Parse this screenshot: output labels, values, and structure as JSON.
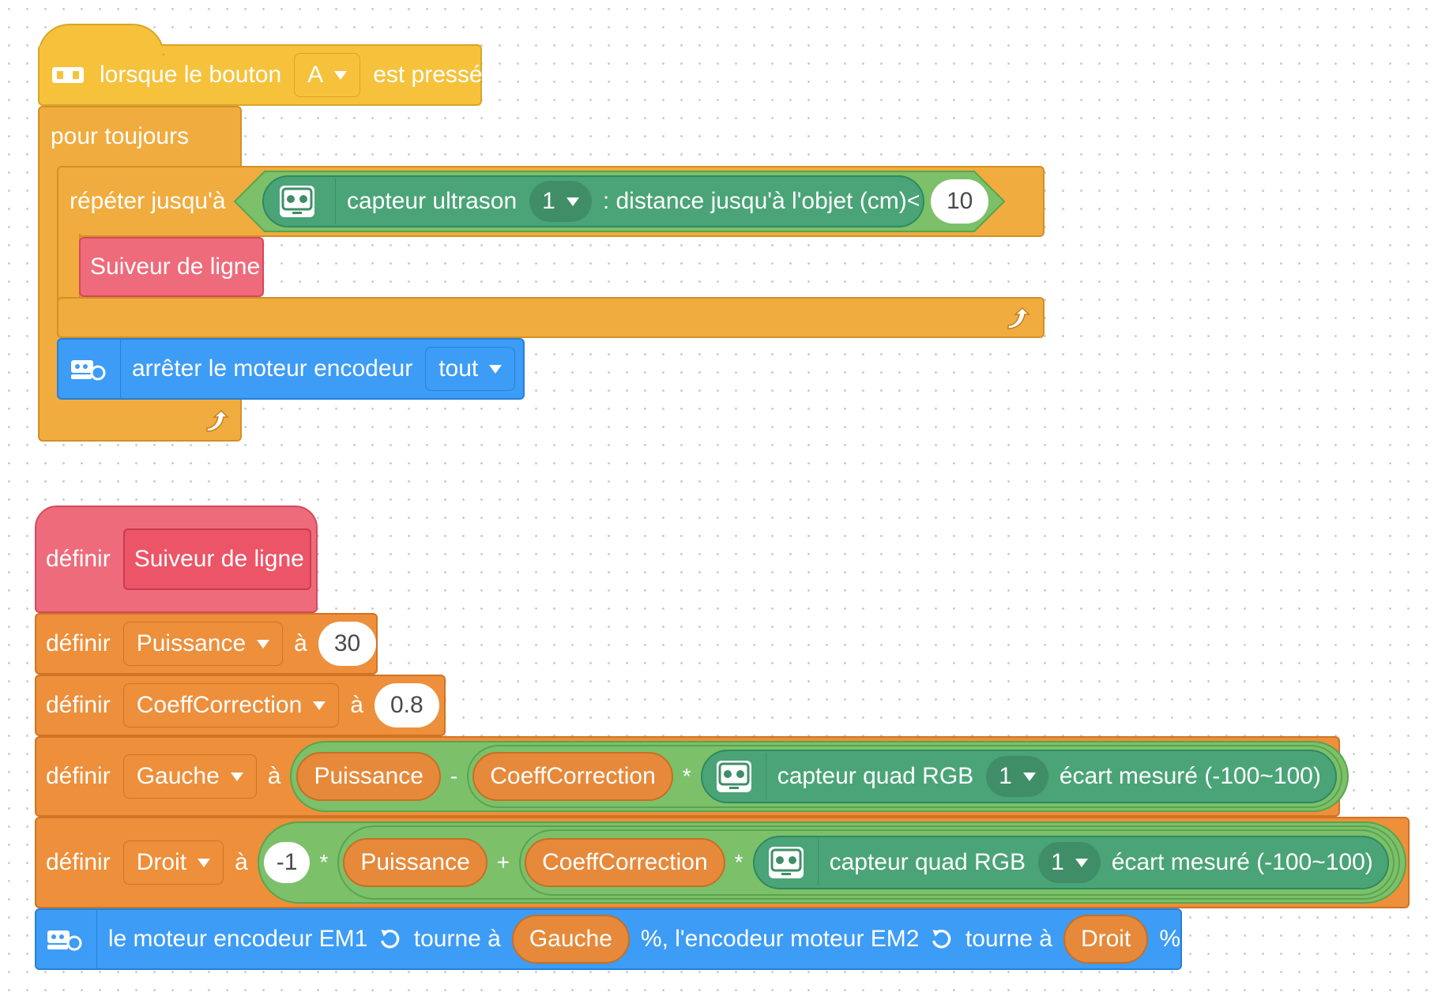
{
  "script1": {
    "hat": {
      "label_before": "lorsque le bouton",
      "dropdown": "A",
      "label_after": "est pressé",
      "icon": "board-icon"
    },
    "forever": {
      "label": "pour toujours",
      "loop_icon": "loop-arrow-icon"
    },
    "repeat_until": {
      "label": "répéter jusqu'à",
      "sensor": {
        "label": "capteur ultrason",
        "dropdown": "1",
        "property": ": distance jusqu'à l'objet (cm)",
        "icon": "ultrasonic-sensor-icon"
      },
      "operator": "<",
      "value": "10",
      "loop_icon": "loop-arrow-icon"
    },
    "call": {
      "label": "Suiveur de ligne"
    },
    "stop_motor": {
      "label": "arrêter le moteur encodeur",
      "dropdown": "tout",
      "icon": "encoder-motor-icon"
    }
  },
  "script2": {
    "define_hat": {
      "label": "définir",
      "proc": "Suiveur de ligne"
    },
    "set_puissance": {
      "label": "définir",
      "var": "Puissance",
      "a": "à",
      "value": "30"
    },
    "set_coeff": {
      "label": "définir",
      "var": "CoeffCorrection",
      "a": "à",
      "value": "0.8"
    },
    "set_gauche": {
      "label": "définir",
      "var": "Gauche",
      "a": "à",
      "left": "Puissance",
      "op1": "-",
      "mid": "CoeffCorrection",
      "op2": "*",
      "sensor": {
        "label": "capteur quad RGB",
        "dropdown": "1",
        "property": "écart mesuré (-100~100)",
        "icon": "quad-rgb-sensor-icon"
      }
    },
    "set_droit": {
      "label": "définir",
      "var": "Droit",
      "a": "à",
      "factor": "-1",
      "op0": "*",
      "left": "Puissance",
      "op1": "+",
      "mid": "CoeffCorrection",
      "op2": "*",
      "sensor": {
        "label": "capteur quad RGB",
        "dropdown": "1",
        "property": "écart mesuré (-100~100)",
        "icon": "quad-rgb-sensor-icon"
      }
    },
    "motors": {
      "part1": "le moteur encodeur EM1",
      "turn1": "tourne à",
      "var1": "Gauche",
      "part2": "%, l'encodeur moteur EM2",
      "turn2": "tourne à",
      "var2": "Droit",
      "pct": "%",
      "icon": "encoder-motor-icon",
      "rotate_icon": "rotate-ccw-icon"
    }
  }
}
